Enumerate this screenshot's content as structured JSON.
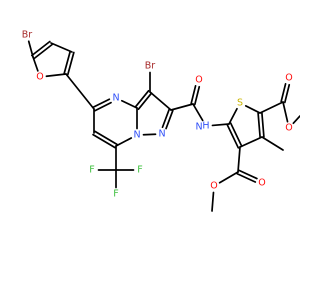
{
  "colors": {
    "bond": "#000000",
    "carbon": "#000000",
    "oxygen": "#ff0d0d",
    "nitrogen": "#3050f8",
    "sulfur": "#c8b400",
    "bromine": "#a62929",
    "fluorine": "#40c040"
  },
  "atoms": [
    {
      "id": "Br_furan",
      "text": "Br",
      "element": "bromine"
    },
    {
      "id": "O_furan",
      "text": "O",
      "element": "oxygen"
    },
    {
      "id": "Br_pyrazole",
      "text": "Br",
      "element": "bromine"
    },
    {
      "id": "N_pyrimidine",
      "text": "N",
      "element": "nitrogen"
    },
    {
      "id": "N_bridge",
      "text": "N",
      "element": "nitrogen"
    },
    {
      "id": "N_pyrazole",
      "text": "N",
      "element": "nitrogen"
    },
    {
      "id": "O_amide",
      "text": "O",
      "element": "oxygen"
    },
    {
      "id": "NH_amide",
      "text": "H",
      "element": "nitrogen"
    },
    {
      "id": "N_amide",
      "text": "N",
      "element": "nitrogen"
    },
    {
      "id": "F1",
      "text": "F",
      "element": "fluorine"
    },
    {
      "id": "F2",
      "text": "F",
      "element": "fluorine"
    },
    {
      "id": "F3",
      "text": "F",
      "element": "fluorine"
    },
    {
      "id": "S_thiophene",
      "text": "S",
      "element": "sulfur"
    },
    {
      "id": "O_ester1_carbonyl",
      "text": "O",
      "element": "oxygen"
    },
    {
      "id": "O_ester1_ether",
      "text": "O",
      "element": "oxygen"
    },
    {
      "id": "O_ester2_carbonyl",
      "text": "O",
      "element": "oxygen"
    },
    {
      "id": "O_ester2_ether",
      "text": "O",
      "element": "oxygen"
    }
  ]
}
